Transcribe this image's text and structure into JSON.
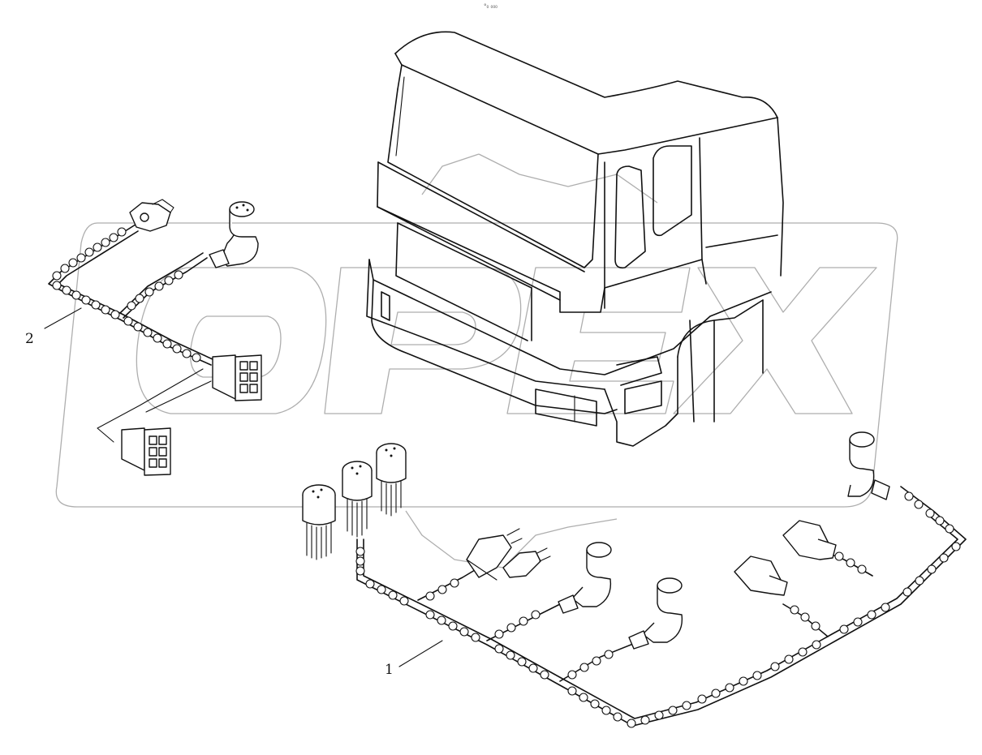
{
  "callouts": [
    {
      "id": "2",
      "label": "2"
    },
    {
      "id": "1",
      "label": "1"
    }
  ],
  "top_mark": "°₀ ₀₀₀",
  "watermark": {
    "text": "OPEX",
    "color": "#9a9a9a"
  },
  "icons": {
    "cab": "truck-cab-icon",
    "harness": "wiring-harness-icon",
    "round_connector": "round-connector-icon",
    "plug": "plug-connector-icon",
    "block_connector": "block-connector-icon"
  }
}
